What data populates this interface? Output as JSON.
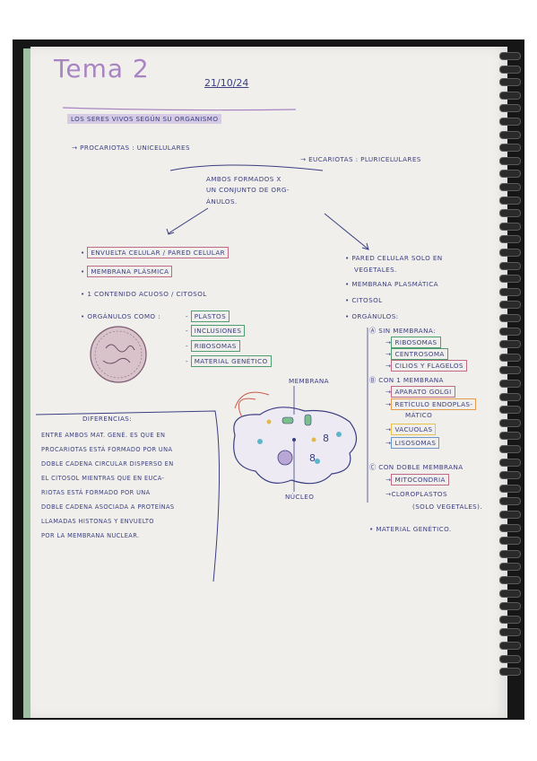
{
  "note": {
    "title": "Tema 2",
    "date": "21/10/24",
    "heading": "LOS SERES VIVOS SEGÚN SU ORGANISMO",
    "left_branch": "PROCARIOTAS : UNICELULARES",
    "right_branch": "EUCARIOTAS : PLURICELULARES",
    "shared_box": [
      "AMBOS FORMADOS X",
      "UN CONJUNTO DE ORG-",
      "ÁNULOS."
    ]
  },
  "procariotas": {
    "items": [
      "ENVUELTA CELULAR / PARED CELULAR",
      "MEMBRANA PLÁSMICA",
      "1 CONTENIDO ACUOSO / CITOSOL",
      "ORGÁNULOS COMO :"
    ],
    "organulos": [
      "PLASTOS",
      "INCLUSIONES",
      "RIBOSOMAS",
      "MATERIAL GENÉTICO"
    ]
  },
  "eucariotas": {
    "items": [
      "PARED CELULAR SOLO EN",
      "VEGETALES.",
      "MEMBRANA PLASMÁTICA",
      "CITOSOL",
      "ORGÁNULOS:"
    ],
    "sin_membrana": {
      "label": "Ⓐ SIN MEMBRANA:",
      "items": [
        "RIBOSOMAS",
        "CENTROSOMA",
        "CILIOS Y FLAGELOS"
      ]
    },
    "con_membrana": {
      "label": "Ⓑ CON 1 MEMBRANA",
      "items": [
        "APARATO GOLGI",
        "RETÍCULO ENDOPLAS-",
        "MÁTICO",
        "VACUOLAS",
        "LISOSOMAS"
      ]
    },
    "doble_membrana": {
      "label": "Ⓒ CON DOBLE MEMBRANA",
      "items": [
        "MITOCONDRIA",
        "CLOROPLASTOS",
        "(SOLO VEGETALES)."
      ]
    },
    "material": "MATERIAL GENÉTICO."
  },
  "diagram": {
    "membrana_label": "MEMBRANA",
    "nucleo_label": "NÚCLEO"
  },
  "diferencias": {
    "title": "DIFERENCIAS:",
    "lines": [
      "ENTRE AMBOS MAT. GENÉ. ES QUE EN",
      "PROCARIOTAS ESTÁ FORMADO POR UNA",
      "DOBLE CADENA CIRCULAR DISPERSO EN",
      "EL CITOSOL MIENTRAS QUE EN EUCA-",
      "RIOTAS ESTÁ FORMADO POR UNA",
      "DOBLE CADENA ASOCIADA A PROTEÍNAS",
      "LLAMADAS HISTONAS Y ENVUELTO",
      "POR LA MEMBRANA NUCLEAR."
    ]
  },
  "colors": {
    "ink": "#3a3f80",
    "title": "#a885c2",
    "highlight_purple": "#b4a0dc",
    "box_green": "#4f9e72",
    "box_pink": "#c06a88",
    "box_orange": "#e39b4b",
    "box_yellow": "#e7c246"
  }
}
